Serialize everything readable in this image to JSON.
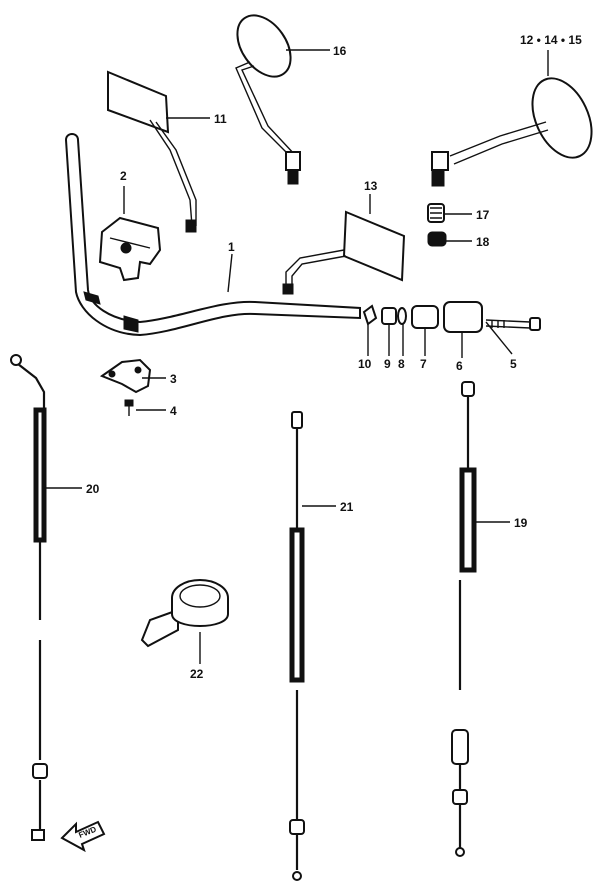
{
  "diagram": {
    "callouts": [
      {
        "id": "1",
        "label": "1"
      },
      {
        "id": "2",
        "label": "2"
      },
      {
        "id": "3",
        "label": "3"
      },
      {
        "id": "4",
        "label": "4"
      },
      {
        "id": "5",
        "label": "5"
      },
      {
        "id": "6",
        "label": "6"
      },
      {
        "id": "7",
        "label": "7"
      },
      {
        "id": "8",
        "label": "8"
      },
      {
        "id": "9",
        "label": "9"
      },
      {
        "id": "10",
        "label": "10"
      },
      {
        "id": "11",
        "label": "11"
      },
      {
        "id": "12",
        "label": "12 • 14 • 15"
      },
      {
        "id": "13",
        "label": "13"
      },
      {
        "id": "16",
        "label": "16"
      },
      {
        "id": "17",
        "label": "17"
      },
      {
        "id": "18",
        "label": "18"
      },
      {
        "id": "19",
        "label": "19"
      },
      {
        "id": "20",
        "label": "20"
      },
      {
        "id": "21",
        "label": "21"
      },
      {
        "id": "22",
        "label": "22"
      }
    ],
    "fwd_label": "FWD"
  }
}
